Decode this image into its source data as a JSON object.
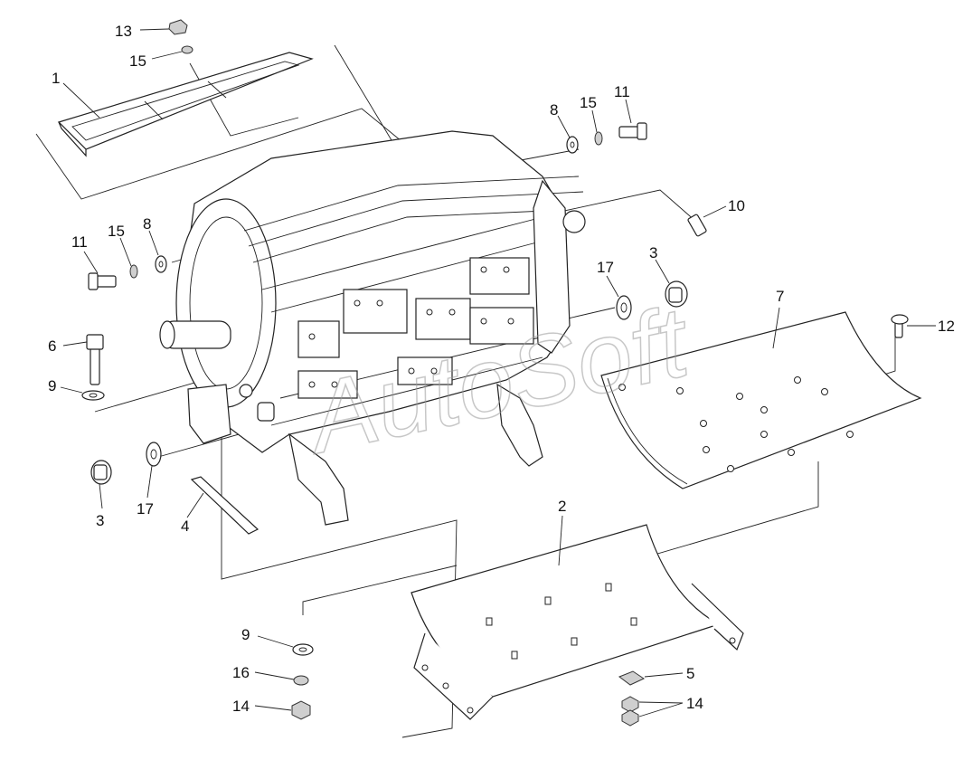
{
  "diagram": {
    "callouts": [
      "13",
      "15",
      "1",
      "8",
      "15",
      "11",
      "10",
      "11",
      "15",
      "8",
      "17",
      "3",
      "7",
      "12",
      "6",
      "9",
      "3",
      "17",
      "4",
      "2",
      "9",
      "16",
      "14",
      "5",
      "14"
    ],
    "watermark": "AutoSoft"
  }
}
